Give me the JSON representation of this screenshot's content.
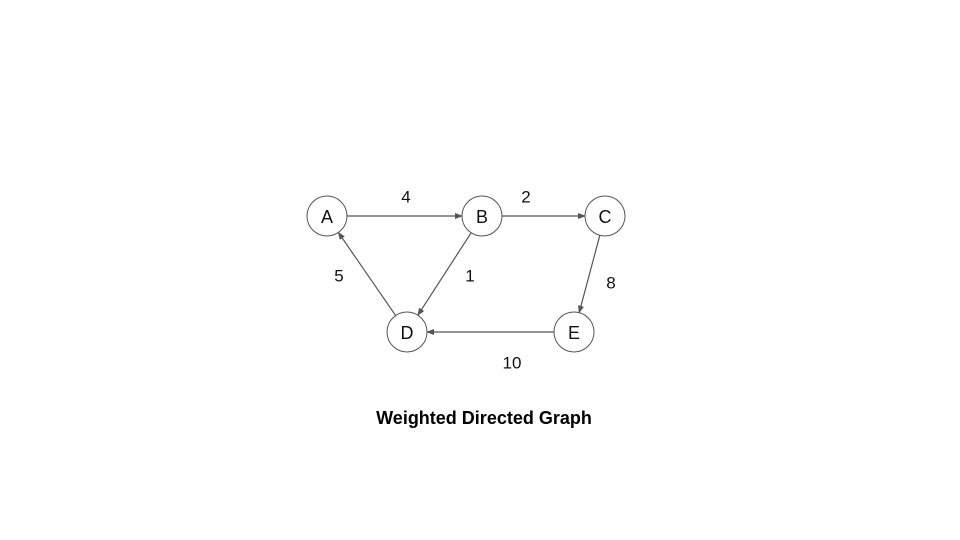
{
  "caption": "Weighted Directed Graph",
  "nodes": [
    {
      "id": "A",
      "label": "A"
    },
    {
      "id": "B",
      "label": "B"
    },
    {
      "id": "C",
      "label": "C"
    },
    {
      "id": "D",
      "label": "D"
    },
    {
      "id": "E",
      "label": "E"
    }
  ],
  "edges": [
    {
      "from": "A",
      "to": "B",
      "weight": "4"
    },
    {
      "from": "B",
      "to": "C",
      "weight": "2"
    },
    {
      "from": "B",
      "to": "D",
      "weight": "1"
    },
    {
      "from": "C",
      "to": "E",
      "weight": "8"
    },
    {
      "from": "E",
      "to": "D",
      "weight": "10"
    },
    {
      "from": "D",
      "to": "A",
      "weight": "5"
    }
  ],
  "colors": {
    "stroke": "#555555",
    "text": "#111111",
    "background": "#ffffff"
  }
}
